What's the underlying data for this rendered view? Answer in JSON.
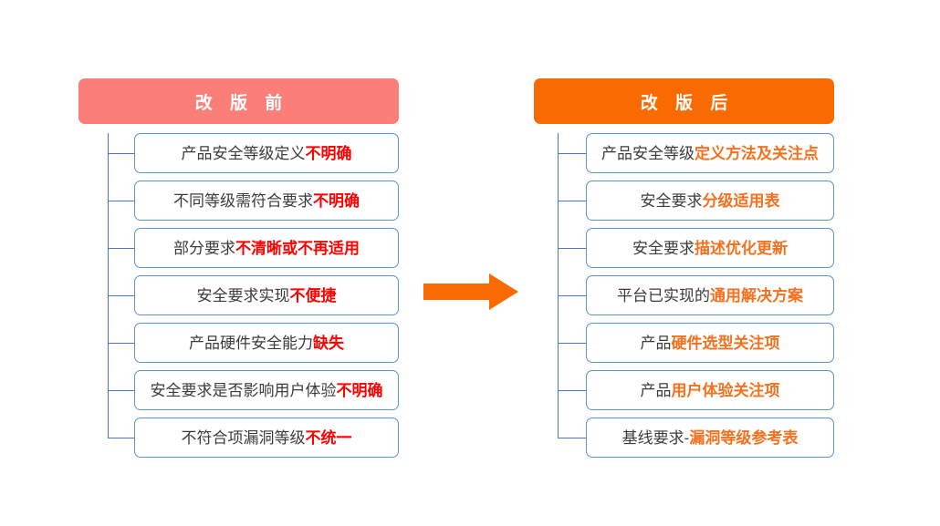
{
  "colors": {
    "before_header_bg": "#FB7E79",
    "after_header_bg": "#F96A00",
    "node_border": "#5B92D4",
    "connector_line": "#4A77C4",
    "before_highlight": "#FF0000",
    "after_highlight": "#F4711F",
    "arrow": "#F96A00",
    "body_text": "#3B3B3B",
    "canvas_bg": "#FFFFFF"
  },
  "before": {
    "header": "改 版 前",
    "items": [
      {
        "plain": "产品安全等级定义",
        "highlight": "不明确"
      },
      {
        "plain": "不同等级需符合要求",
        "highlight": "不明确"
      },
      {
        "plain": "部分要求",
        "highlight": "不清晰或不再适用"
      },
      {
        "plain": "安全要求实现",
        "highlight": "不便捷"
      },
      {
        "plain": "产品硬件安全能力",
        "highlight": "缺失"
      },
      {
        "plain": "安全要求是否影响用户体验",
        "highlight": "不明确"
      },
      {
        "plain": "不符合项漏洞等级",
        "highlight": "不统一"
      }
    ]
  },
  "after": {
    "header": "改 版 后",
    "items": [
      {
        "plain": "产品安全等级",
        "highlight": "定义方法及关注点"
      },
      {
        "plain": "安全要求",
        "highlight": "分级适用表"
      },
      {
        "plain": "安全要求",
        "highlight": "描述优化更新"
      },
      {
        "plain": "平台已实现的",
        "highlight": "通用解决方案"
      },
      {
        "plain": "产品",
        "highlight": "硬件选型关注项"
      },
      {
        "plain": "产品",
        "highlight": "用户体验关注项"
      },
      {
        "plain": "基线要求-",
        "highlight": "漏洞等级参考表"
      }
    ]
  },
  "arrow": {
    "icon": "right-arrow-icon",
    "direction": "right"
  }
}
